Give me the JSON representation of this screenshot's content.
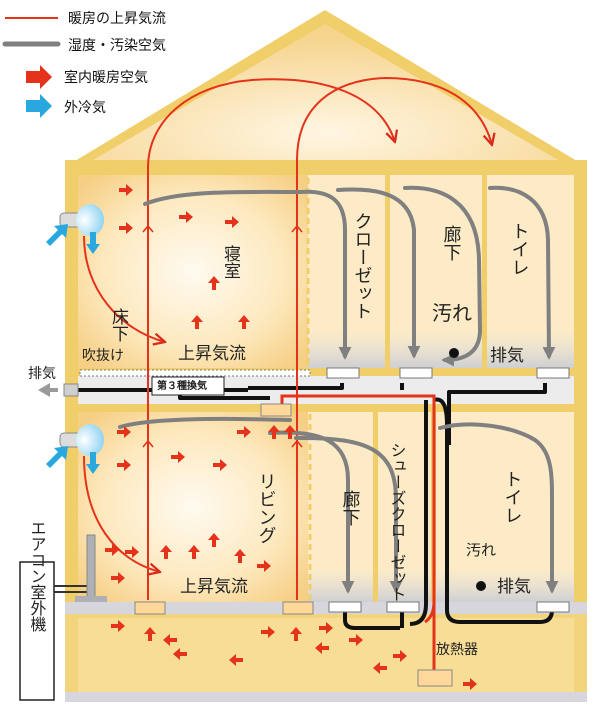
{
  "legend": {
    "heating_rise": "暖房の上昇気流",
    "humid_air": "湿度・汚染空気",
    "indoor_heating": "室内暖房空気",
    "outside_cold": "外冷気"
  },
  "rooms": {
    "closet_upper": "クローゼット",
    "hallway_upper": "廊下",
    "toilet_upper": "トイレ",
    "bedroom": "寝室",
    "floor_under": "床下",
    "atrium": "吹抜け",
    "rising_upper": "上昇気流",
    "exhaust_left": "排気",
    "third_ventilation": "第３種換気",
    "exhaust_upper": "排気",
    "dirty_upper": "汚れ",
    "living": "リビング",
    "hallway_lower": "廊下",
    "shoe_closet": "シューズクローゼット",
    "toilet_lower": "トイレ",
    "dirty_lower": "汚れ",
    "exhaust_lower": "排気",
    "rising_lower": "上昇気流",
    "ac_outdoor": "エアコン室外機",
    "radiator": "放熱器"
  },
  "colors": {
    "heat": "#e5321a",
    "humid": "#808080",
    "cold": "#29a8e0",
    "wall": "#f0cf6a",
    "room": "#fde7b8"
  }
}
